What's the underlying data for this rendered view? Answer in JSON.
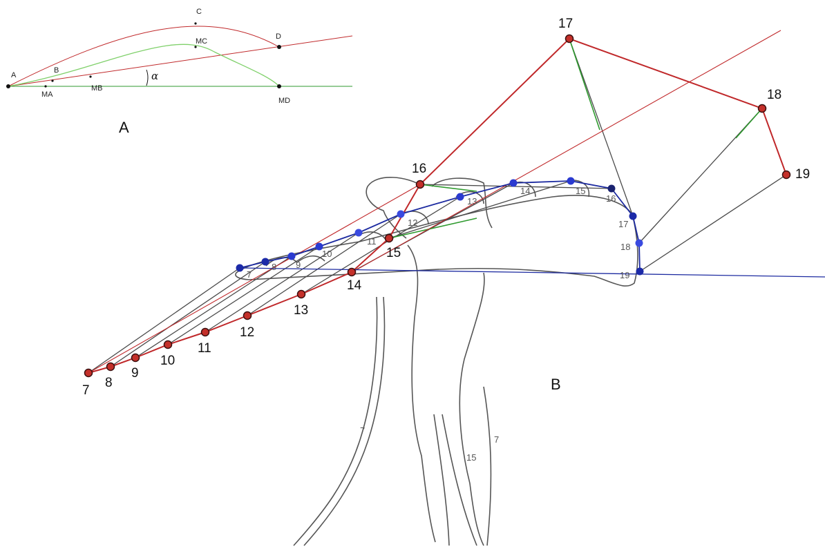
{
  "panel_a": {
    "label": "A",
    "points": [
      {
        "id": "A",
        "label": "A"
      },
      {
        "id": "B",
        "label": "B"
      },
      {
        "id": "C",
        "label": "C"
      },
      {
        "id": "D",
        "label": "D"
      },
      {
        "id": "MA",
        "label": "MA"
      },
      {
        "id": "MB",
        "label": "MB"
      },
      {
        "id": "MC",
        "label": "MC"
      },
      {
        "id": "MD",
        "label": "MD"
      }
    ],
    "angle_label": "α"
  },
  "panel_b": {
    "label": "B",
    "red_points": [
      "7",
      "8",
      "9",
      "10",
      "11",
      "12",
      "13",
      "14",
      "15",
      "16",
      "17",
      "18",
      "19"
    ],
    "blue_points": [
      "7",
      "8",
      "9",
      "10",
      "11",
      "12",
      "13",
      "14",
      "15",
      "16",
      "17",
      "18",
      "19"
    ],
    "body_labels": [
      "7",
      "7",
      "15"
    ]
  },
  "colors": {
    "red": "#c0282a",
    "green": "#2e9a2e",
    "light_green": "#7fd06a",
    "blue": "#1c2aa0",
    "gray": "#555555"
  }
}
